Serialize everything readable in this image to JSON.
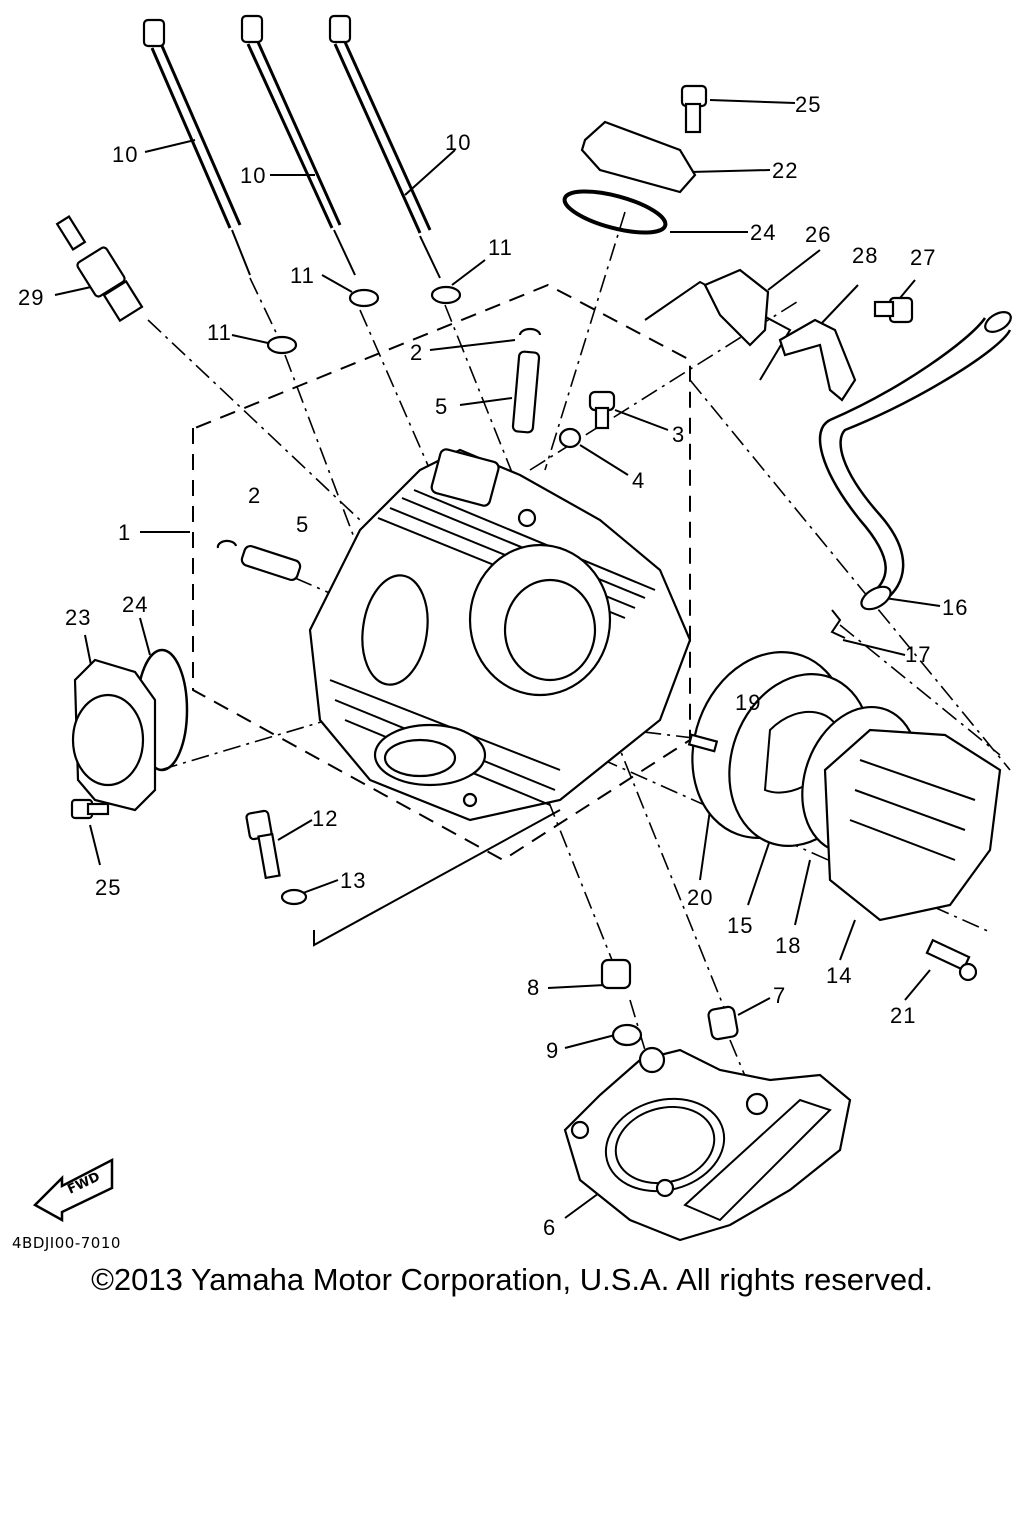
{
  "diagram": {
    "callouts": {
      "c1": "1",
      "c2a": "2",
      "c2b": "2",
      "c3": "3",
      "c4": "4",
      "c5a": "5",
      "c5b": "5",
      "c6": "6",
      "c7": "7",
      "c8": "8",
      "c9": "9",
      "c10a": "10",
      "c10b": "10",
      "c10c": "10",
      "c11a": "11",
      "c11b": "11",
      "c11c": "11",
      "c12": "12",
      "c13": "13",
      "c14": "14",
      "c15": "15",
      "c16": "16",
      "c17": "17",
      "c18": "18",
      "c19": "19",
      "c20": "20",
      "c21": "21",
      "c22": "22",
      "c23": "23",
      "c24a": "24",
      "c24b": "24",
      "c25a": "25",
      "c25b": "25",
      "c26": "26",
      "c27": "27",
      "c28": "28",
      "c29": "29"
    },
    "fwd_label": "FWD",
    "diagram_code": "4BDJI00-7010"
  },
  "footer": {
    "copyright": "©2013 Yamaha Motor Corporation, U.S.A. All rights reserved."
  }
}
